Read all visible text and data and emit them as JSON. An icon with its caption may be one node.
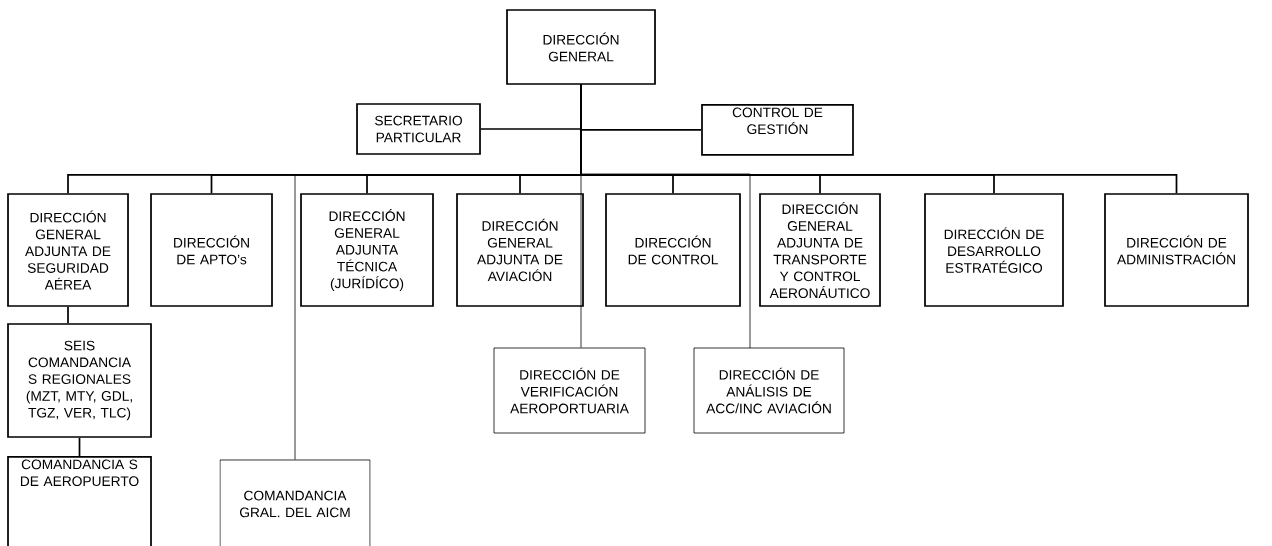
{
  "diagram": {
    "nodes": [
      {
        "text": [
          "DIRECCIÓN GENERAL"
        ]
      },
      {
        "text": [
          "SECRETARIO PARTICULAR"
        ]
      },
      {
        "text": [
          "CONTROL DE GESTIÓN"
        ]
      },
      {
        "text": [
          "DIRECCIÓN GENERAL ADJUNTA DE SEGURIDAD AÉREA"
        ]
      },
      {
        "text": [
          "DIRECCIÓN DE APTO’s"
        ]
      },
      {
        "text": [
          "DIRECCIÓN GENERAL ADJUNTA TÉCNICA (JURÍDÍCO)"
        ]
      },
      {
        "text": [
          "DIRECCIÓN GENERAL ADJUNTA  DE AVIACIÓN"
        ]
      },
      {
        "text": [
          "DIRECCIÓN DE CONTROL"
        ]
      },
      {
        "text": [
          "DIRECCIÓN GENERAL ADJUNTA DE TRANSPORTE Y CONTROL AERONÁUTICO"
        ]
      },
      {
        "text": [
          "DIRECCIÓN DE DESARROLLO ESTRATÉGICO"
        ]
      },
      {
        "text": [
          "DIRECCIÓN DE ADMINISTRACIÓN"
        ]
      },
      {
        "text": [
          "SEIS COMANDANCIA S REGIONALES (MZT, MTY, GDL, TGZ, VER, TLC)"
        ]
      },
      {
        "text": [
          "COMANDANCIA S DE AEROPUERTO"
        ]
      },
      {
        "text": [
          "COMANDANCIA GRAL. DEL AICM"
        ]
      },
      {
        "text": [
          "DIRECCIÓN DE VERIFICACIÓN AEROPORTUARIA"
        ]
      },
      {
        "text": [
          "DIRECCIÓN DE ANÁLISIS DE ACC/INC AVIACIÓN"
        ]
      }
    ],
    "edges": [
      {
        "from": 0,
        "to": 1,
        "arrow": "none"
      },
      {
        "from": 0,
        "to": 2,
        "arrow": "none"
      },
      {
        "from": 0,
        "to": 3,
        "arrow": "none"
      },
      {
        "from": 0,
        "to": 4,
        "arrow": "none"
      },
      {
        "from": 0,
        "to": 13,
        "arrow": "none"
      },
      {
        "from": 0,
        "to": 5,
        "arrow": "none"
      },
      {
        "from": 0,
        "to": 6,
        "arrow": "none"
      },
      {
        "from": 0,
        "to": 14,
        "arrow": "none"
      },
      {
        "from": 0,
        "to": 7,
        "arrow": "none"
      },
      {
        "from": 0,
        "to": 15,
        "arrow": "none"
      },
      {
        "from": 0,
        "to": 8,
        "arrow": "none"
      },
      {
        "from": 0,
        "to": 9,
        "arrow": "none"
      },
      {
        "from": 0,
        "to": 10,
        "arrow": "none"
      },
      {
        "from": 3,
        "to": 11,
        "arrow": "none"
      },
      {
        "from": 11,
        "to": 12,
        "arrow": "none"
      }
    ]
  }
}
